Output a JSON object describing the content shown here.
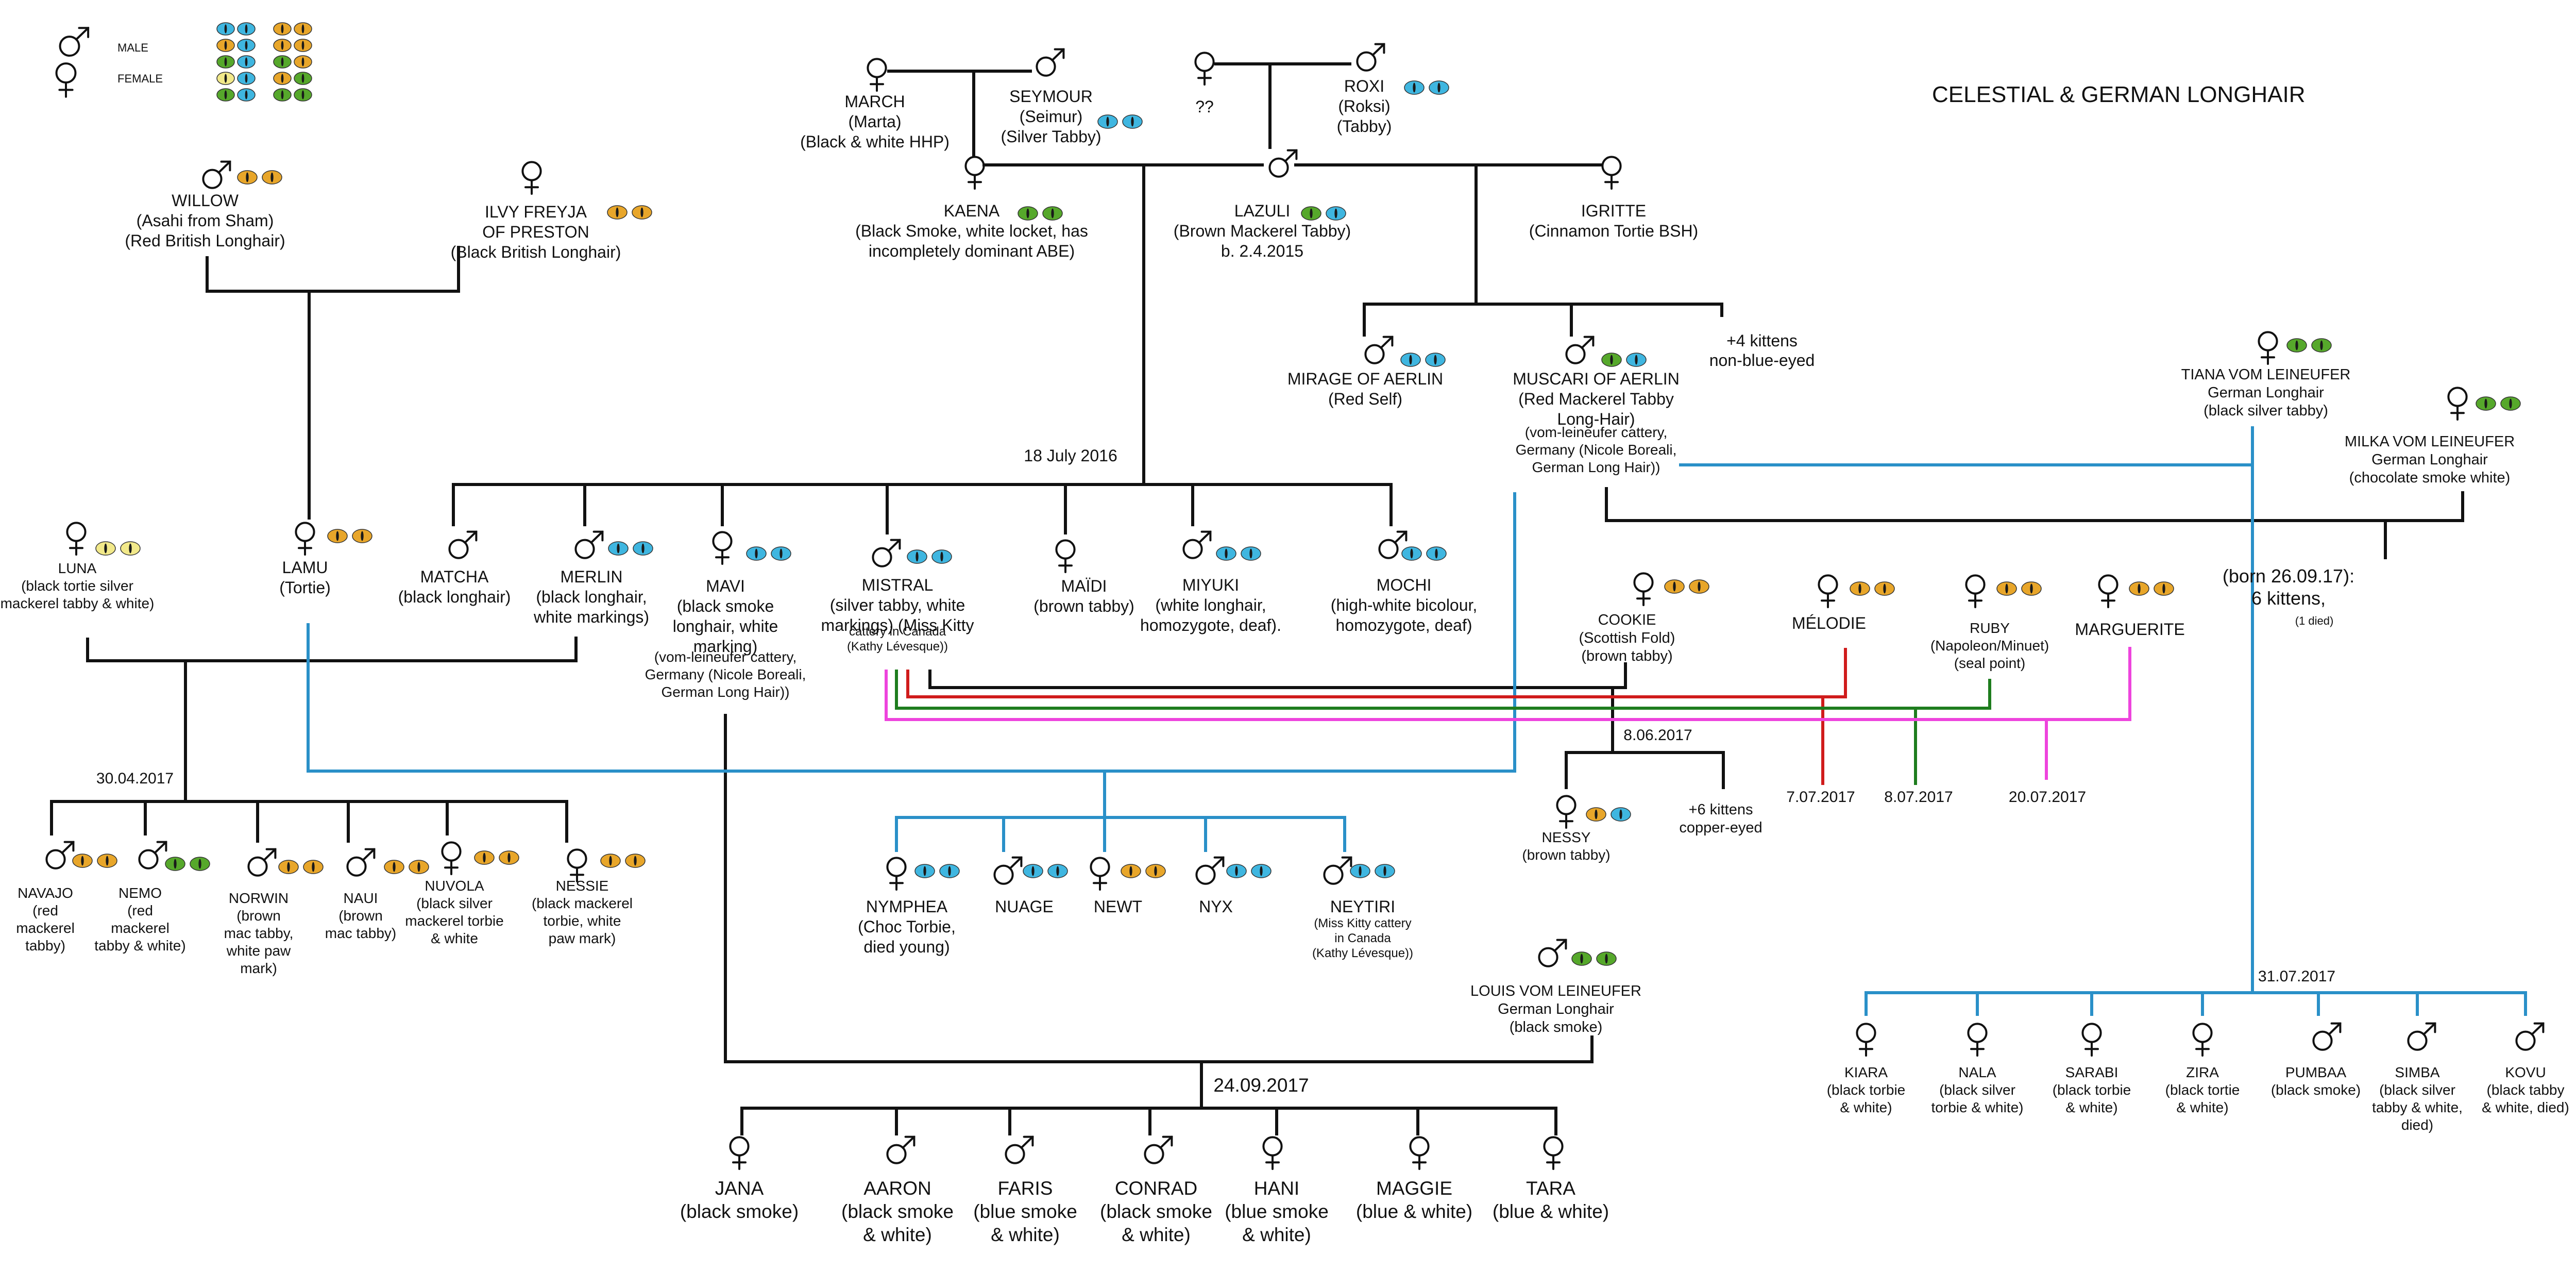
{
  "title": "CELESTIAL & GERMAN LONGHAIR",
  "legend": {
    "male_label": "MALE",
    "female_label": "FEMALE"
  },
  "colors": {
    "ink": "#111111",
    "blue_line": "#2a90c8",
    "red_line": "#d01c1c",
    "green_line": "#1e7d1e",
    "magenta_line": "#ee44dd",
    "eye_blue": "#3fb6e0",
    "eye_orange": "#e8a62a",
    "eye_green": "#56a82b",
    "eye_pale": "#f2e98a",
    "eye_yellow": "#ead23a"
  },
  "cats": [
    {
      "id": "march",
      "sex": "female",
      "eyes": [],
      "lines": [
        "MARCH",
        "(Marta)",
        "(Black & white HHP)"
      ]
    },
    {
      "id": "seymour",
      "sex": "male",
      "eyes": [
        "blue",
        "blue"
      ],
      "lines": [
        "SEYMOUR",
        "(Seimur)",
        "(Silver Tabby)"
      ]
    },
    {
      "id": "unknown-mother",
      "sex": "female",
      "eyes": [],
      "lines": [
        "??"
      ]
    },
    {
      "id": "roxi",
      "sex": "male",
      "eyes": [
        "blue",
        "blue"
      ],
      "lines": [
        "ROXI",
        "(Roksi)",
        "(Tabby)"
      ]
    },
    {
      "id": "willow",
      "sex": "male",
      "eyes": [
        "orange",
        "orange"
      ],
      "lines": [
        "WILLOW",
        "(Asahi from Sham)",
        "(Red British Longhair)"
      ]
    },
    {
      "id": "ilvy-freyja",
      "sex": "female",
      "eyes": [
        "orange",
        "orange"
      ],
      "lines": [
        "ILVY FREYJA",
        "OF PRESTON",
        "(Black British Longhair)"
      ]
    },
    {
      "id": "kaena",
      "sex": "female",
      "eyes": [
        "green",
        "green"
      ],
      "lines": [
        "KAENA",
        "(Black Smoke, white locket, has",
        "incompletely dominant ABE)"
      ]
    },
    {
      "id": "lazuli",
      "sex": "male",
      "eyes": [
        "green",
        "blue"
      ],
      "lines": [
        "LAZULI",
        "(Brown Mackerel Tabby)",
        "b. 2.4.2015"
      ]
    },
    {
      "id": "igritte",
      "sex": "female",
      "eyes": [],
      "lines": [
        "IGRITTE",
        "(Cinnamon Tortie BSH)"
      ]
    },
    {
      "id": "mirage",
      "sex": "male",
      "eyes": [
        "blue",
        "blue"
      ],
      "lines": [
        "MIRAGE OF AERLIN",
        "(Red Self)"
      ]
    },
    {
      "id": "muscari",
      "sex": "male",
      "eyes": [
        "green",
        "blue"
      ],
      "lines": [
        "MUSCARI OF AERLIN",
        "(Red Mackerel Tabby",
        "Long-Hair)",
        "(vom-leineufer cattery,",
        "Germany  (Nicole Boreali,",
        "German Long Hair))"
      ]
    },
    {
      "id": "tiana",
      "sex": "female",
      "eyes": [
        "green",
        "green"
      ],
      "lines": [
        "TIANA VOM LEINEUFER",
        "German Longhair",
        "(black silver tabby)"
      ]
    },
    {
      "id": "milka",
      "sex": "female",
      "eyes": [
        "green",
        "green"
      ],
      "lines": [
        "MILKA  VOM LEINEUFER",
        "German Longhair",
        "(chocolate smoke white)"
      ]
    },
    {
      "id": "luna",
      "sex": "female",
      "eyes": [
        "pale",
        "pale"
      ],
      "lines": [
        "LUNA",
        "(black tortie silver",
        "mackerel tabby & white)"
      ]
    },
    {
      "id": "lamu",
      "sex": "female",
      "eyes": [
        "orange",
        "orange"
      ],
      "lines": [
        "LAMU",
        "(Tortie)"
      ]
    },
    {
      "id": "matcha",
      "sex": "male",
      "eyes": [],
      "lines": [
        "MATCHA",
        "(black longhair)"
      ]
    },
    {
      "id": "merlin",
      "sex": "male",
      "eyes": [
        "blue",
        "blue"
      ],
      "lines": [
        "MERLIN",
        "(black longhair,",
        "white markings)"
      ]
    },
    {
      "id": "mavi",
      "sex": "female",
      "eyes": [
        "blue",
        "blue"
      ],
      "lines": [
        "MAVI",
        "(black smoke",
        "longhair, white",
        "marking)",
        "(vom-leineufer cattery,",
        "Germany  (Nicole Boreali,",
        "German Long Hair))"
      ]
    },
    {
      "id": "mistral",
      "sex": "male",
      "eyes": [
        "blue",
        "blue"
      ],
      "lines": [
        "MISTRAL",
        "(silver tabby, white",
        "markings) (Miss Kitty",
        "cattery in Canada",
        "(Kathy Lévesque))"
      ]
    },
    {
      "id": "maidi",
      "sex": "female",
      "eyes": [],
      "lines": [
        "MAÏDI",
        "(brown tabby)"
      ]
    },
    {
      "id": "miyuki",
      "sex": "male",
      "eyes": [
        "blue",
        "blue"
      ],
      "lines": [
        "MIYUKI",
        "(white longhair,",
        "homozygote, deaf)."
      ]
    },
    {
      "id": "mochi",
      "sex": "male",
      "eyes": [
        "blue",
        "blue"
      ],
      "lines": [
        "MOCHI",
        "(high-white bicolour,",
        "homozygote, deaf)"
      ]
    },
    {
      "id": "cookie",
      "sex": "female",
      "eyes": [
        "orange",
        "orange"
      ],
      "lines": [
        "COOKIE",
        "(Scottish Fold)",
        "(brown tabby)"
      ]
    },
    {
      "id": "melodie",
      "sex": "female",
      "eyes": [
        "orange",
        "orange"
      ],
      "lines": [
        "MÉLODIE"
      ]
    },
    {
      "id": "ruby",
      "sex": "female",
      "eyes": [
        "orange",
        "orange"
      ],
      "lines": [
        "RUBY",
        "(Napoleon/Minuet)",
        "(seal point)"
      ]
    },
    {
      "id": "marguerite",
      "sex": "female",
      "eyes": [
        "orange",
        "orange"
      ],
      "lines": [
        "MARGUERITE"
      ]
    },
    {
      "id": "navajo",
      "sex": "male",
      "eyes": [
        "orange",
        "orange"
      ],
      "lines": [
        "NAVAJO",
        "(red",
        "mackerel",
        "tabby)"
      ]
    },
    {
      "id": "nemo",
      "sex": "male",
      "eyes": [
        "green",
        "green"
      ],
      "lines": [
        "NEMO",
        "(red",
        "mackerel",
        "tabby & white)"
      ]
    },
    {
      "id": "norwin",
      "sex": "male",
      "eyes": [
        "orange",
        "orange"
      ],
      "lines": [
        "NORWIN",
        "(brown",
        "mac tabby,",
        "white paw",
        "mark)"
      ]
    },
    {
      "id": "naui",
      "sex": "male",
      "eyes": [
        "orange",
        "orange"
      ],
      "lines": [
        "NAUI",
        "(brown",
        "mac tabby)"
      ]
    },
    {
      "id": "nuvola",
      "sex": "female",
      "eyes": [
        "orange",
        "orange"
      ],
      "lines": [
        "NUVOLA",
        "(black silver",
        "mackerel torbie",
        "& white"
      ]
    },
    {
      "id": "nessie",
      "sex": "female",
      "eyes": [
        "orange",
        "orange"
      ],
      "lines": [
        "NESSIE",
        "(black mackerel",
        "torbie, white",
        "paw mark)"
      ]
    },
    {
      "id": "nymphea",
      "sex": "female",
      "eyes": [
        "blue",
        "blue"
      ],
      "lines": [
        "NYMPHEA",
        "(Choc Torbie,",
        "died young)"
      ]
    },
    {
      "id": "nuage",
      "sex": "male",
      "eyes": [
        "blue",
        "blue"
      ],
      "lines": [
        "NUAGE"
      ]
    },
    {
      "id": "newt",
      "sex": "female",
      "eyes": [
        "orange",
        "orange"
      ],
      "lines": [
        "NEWT"
      ]
    },
    {
      "id": "nyx",
      "sex": "male",
      "eyes": [
        "blue",
        "blue"
      ],
      "lines": [
        "NYX"
      ]
    },
    {
      "id": "neytiri",
      "sex": "male",
      "eyes": [
        "blue",
        "blue"
      ],
      "lines": [
        "NEYTIRI",
        "(Miss Kitty cattery",
        "in Canada",
        "(Kathy Lévesque))"
      ]
    },
    {
      "id": "nessy",
      "sex": "female",
      "eyes": [
        "orange",
        "blue"
      ],
      "lines": [
        "NESSY",
        "(brown tabby)"
      ]
    },
    {
      "id": "louis",
      "sex": "male",
      "eyes": [
        "green",
        "green"
      ],
      "lines": [
        "LOUIS VOM LEINEUFER",
        "German Longhair",
        "(black smoke)"
      ]
    },
    {
      "id": "jana",
      "sex": "female",
      "eyes": [],
      "lines": [
        "JANA",
        "(black smoke)"
      ]
    },
    {
      "id": "aaron",
      "sex": "male",
      "eyes": [],
      "lines": [
        "AARON",
        "(black smoke",
        "& white)"
      ]
    },
    {
      "id": "faris",
      "sex": "male",
      "eyes": [],
      "lines": [
        "FARIS",
        "(blue smoke",
        "& white)"
      ]
    },
    {
      "id": "conrad",
      "sex": "male",
      "eyes": [],
      "lines": [
        "CONRAD",
        "(black smoke",
        "& white)"
      ]
    },
    {
      "id": "hani",
      "sex": "female",
      "eyes": [],
      "lines": [
        "HANI",
        "(blue smoke",
        "& white)"
      ]
    },
    {
      "id": "maggie",
      "sex": "female",
      "eyes": [],
      "lines": [
        "MAGGIE",
        "(blue & white)"
      ]
    },
    {
      "id": "tara",
      "sex": "female",
      "eyes": [],
      "lines": [
        "TARA",
        "(blue & white)"
      ]
    },
    {
      "id": "kiara",
      "sex": "female",
      "eyes": [],
      "lines": [
        "KIARA",
        "(black torbie",
        "& white)"
      ]
    },
    {
      "id": "nala",
      "sex": "female",
      "eyes": [],
      "lines": [
        "NALA",
        "(black silver",
        "torbie & white)"
      ]
    },
    {
      "id": "sarabi",
      "sex": "female",
      "eyes": [],
      "lines": [
        "SARABI",
        "(black torbie",
        "& white)"
      ]
    },
    {
      "id": "zira",
      "sex": "female",
      "eyes": [],
      "lines": [
        "ZIRA",
        "(black tortie",
        "& white)"
      ]
    },
    {
      "id": "pumbaa",
      "sex": "male",
      "eyes": [],
      "lines": [
        "PUMBAA",
        "(black smoke)"
      ]
    },
    {
      "id": "simba",
      "sex": "male",
      "eyes": [],
      "lines": [
        "SIMBA",
        "(black silver",
        "tabby & white,",
        "died)"
      ]
    },
    {
      "id": "kovu",
      "sex": "male",
      "eyes": [],
      "lines": [
        "KOVU",
        "(black tabby",
        "& white, died)"
      ]
    }
  ],
  "notes": [
    {
      "id": "kittens-non-blue",
      "lines": [
        "+4 kittens",
        "non-blue-eyed"
      ]
    },
    {
      "id": "date-18-july-2016",
      "lines": [
        "18 July 2016"
      ]
    },
    {
      "id": "milka-litter",
      "lines": [
        "(born 26.09.17):",
        "6 kittens,"
      ]
    },
    {
      "id": "milka-died",
      "lines": [
        "(1 died)"
      ]
    },
    {
      "id": "date-30-04-2017",
      "lines": [
        "30.04.2017"
      ]
    },
    {
      "id": "date-8-06-2017",
      "lines": [
        "8.06.2017"
      ]
    },
    {
      "id": "kittens-copper",
      "lines": [
        "+6 kittens",
        "copper-eyed"
      ]
    },
    {
      "id": "date-7-07-2017",
      "lines": [
        "7.07.2017"
      ]
    },
    {
      "id": "date-8-07-2017",
      "lines": [
        "8.07.2017"
      ]
    },
    {
      "id": "date-20-07-2017",
      "lines": [
        "20.07.2017"
      ]
    },
    {
      "id": "date-24-09-2017",
      "lines": [
        "24.09.2017"
      ]
    },
    {
      "id": "date-31-07-2017",
      "lines": [
        "31.07.2017"
      ]
    }
  ]
}
